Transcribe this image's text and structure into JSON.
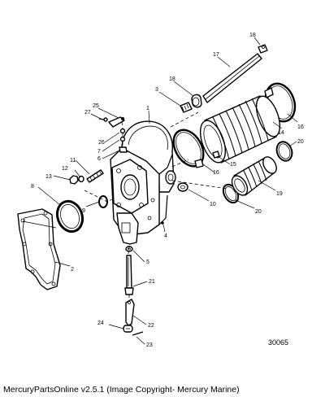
{
  "diagram": {
    "figure_number": "30065",
    "callouts": {
      "c1": "1",
      "c2": "2",
      "c3": "3",
      "c4": "4",
      "c5": "5",
      "c6": "6",
      "c7": "7",
      "c8": "8",
      "c9": "9",
      "c10": "10",
      "c11": "11",
      "c12": "12",
      "c13": "13",
      "c14": "14",
      "c15": "15",
      "c16a": "16",
      "c16b": "16",
      "c17": "17",
      "c18a": "18",
      "c18b": "18",
      "c19": "19",
      "c20a": "20",
      "c20b": "20",
      "c21": "21",
      "c22": "22",
      "c23": "23",
      "c24": "24",
      "c25": "25",
      "c26": "26",
      "c27": "27"
    }
  },
  "caption": "MercuryPartsOnline v2.5.1 (Image Copyright- Mercury Marine)"
}
